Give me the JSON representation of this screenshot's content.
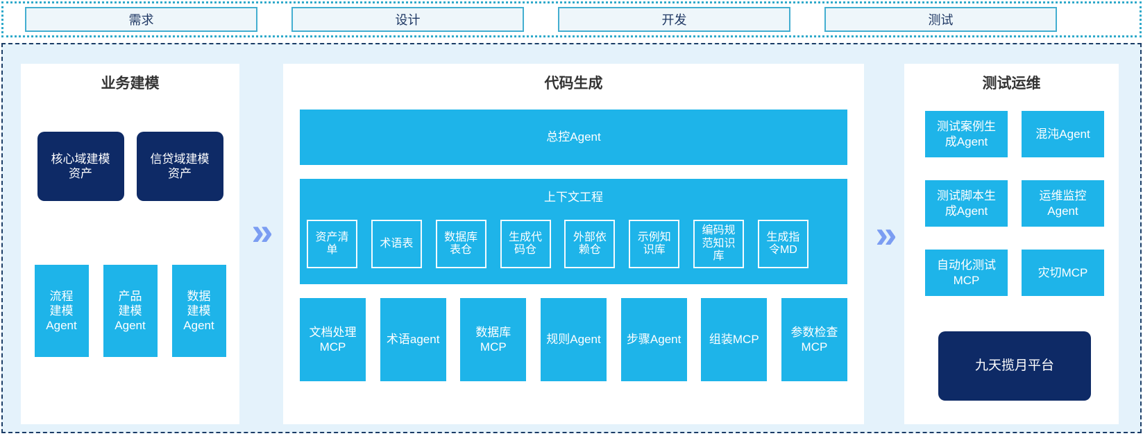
{
  "phases": [
    {
      "label": "需求"
    },
    {
      "label": "设计"
    },
    {
      "label": "开发"
    },
    {
      "label": "测试"
    }
  ],
  "arrow": {
    "glyph": "»"
  },
  "panels": {
    "business": {
      "title": "业务建模",
      "assets": [
        {
          "label": "核心域建模\n资产"
        },
        {
          "label": "信贷域建模\n资产"
        }
      ],
      "agents": [
        {
          "label": "流程\n建模\nAgent"
        },
        {
          "label": "产品\n建模\nAgent"
        },
        {
          "label": "数据\n建模\nAgent"
        }
      ]
    },
    "codegen": {
      "title": "代码生成",
      "master_agent": "总控Agent",
      "context": {
        "title": "上下文工程",
        "items": [
          {
            "label": "资产清\n单"
          },
          {
            "label": "术语表"
          },
          {
            "label": "数据库\n表仓"
          },
          {
            "label": "生成代\n码仓"
          },
          {
            "label": "外部依\n赖仓"
          },
          {
            "label": "示例知\n识库"
          },
          {
            "label": "编码规\n范知识\n库"
          },
          {
            "label": "生成指\n令MD"
          }
        ]
      },
      "tools": [
        {
          "label": "文档处理\nMCP"
        },
        {
          "label": "术语agent"
        },
        {
          "label": "数据库\nMCP"
        },
        {
          "label": "规则Agent"
        },
        {
          "label": "步骤Agent"
        },
        {
          "label": "组装MCP"
        },
        {
          "label": "参数检查\nMCP"
        }
      ]
    },
    "testops": {
      "title": "测试运维",
      "agents": [
        {
          "label": "测试案例生\n成Agent"
        },
        {
          "label": "混沌Agent"
        },
        {
          "label": "测试脚本生\n成Agent"
        },
        {
          "label": "运维监控\nAgent"
        },
        {
          "label": "自动化测试\nMCP"
        },
        {
          "label": "灾切MCP"
        }
      ],
      "platform": "九天揽月平台"
    }
  },
  "colors": {
    "cyan": "#1eb4e9",
    "navy": "#0e2a66",
    "band_background": "#e4f2fb",
    "phase_box_fill": "#eef6fa",
    "phase_box_border": "#43aed0",
    "dotted_border": "#2fa9ca",
    "dashed_border": "#1a3c66",
    "arrow_blue": "#7b9df2",
    "title_text": "#333333",
    "phase_text": "#1f3864"
  }
}
